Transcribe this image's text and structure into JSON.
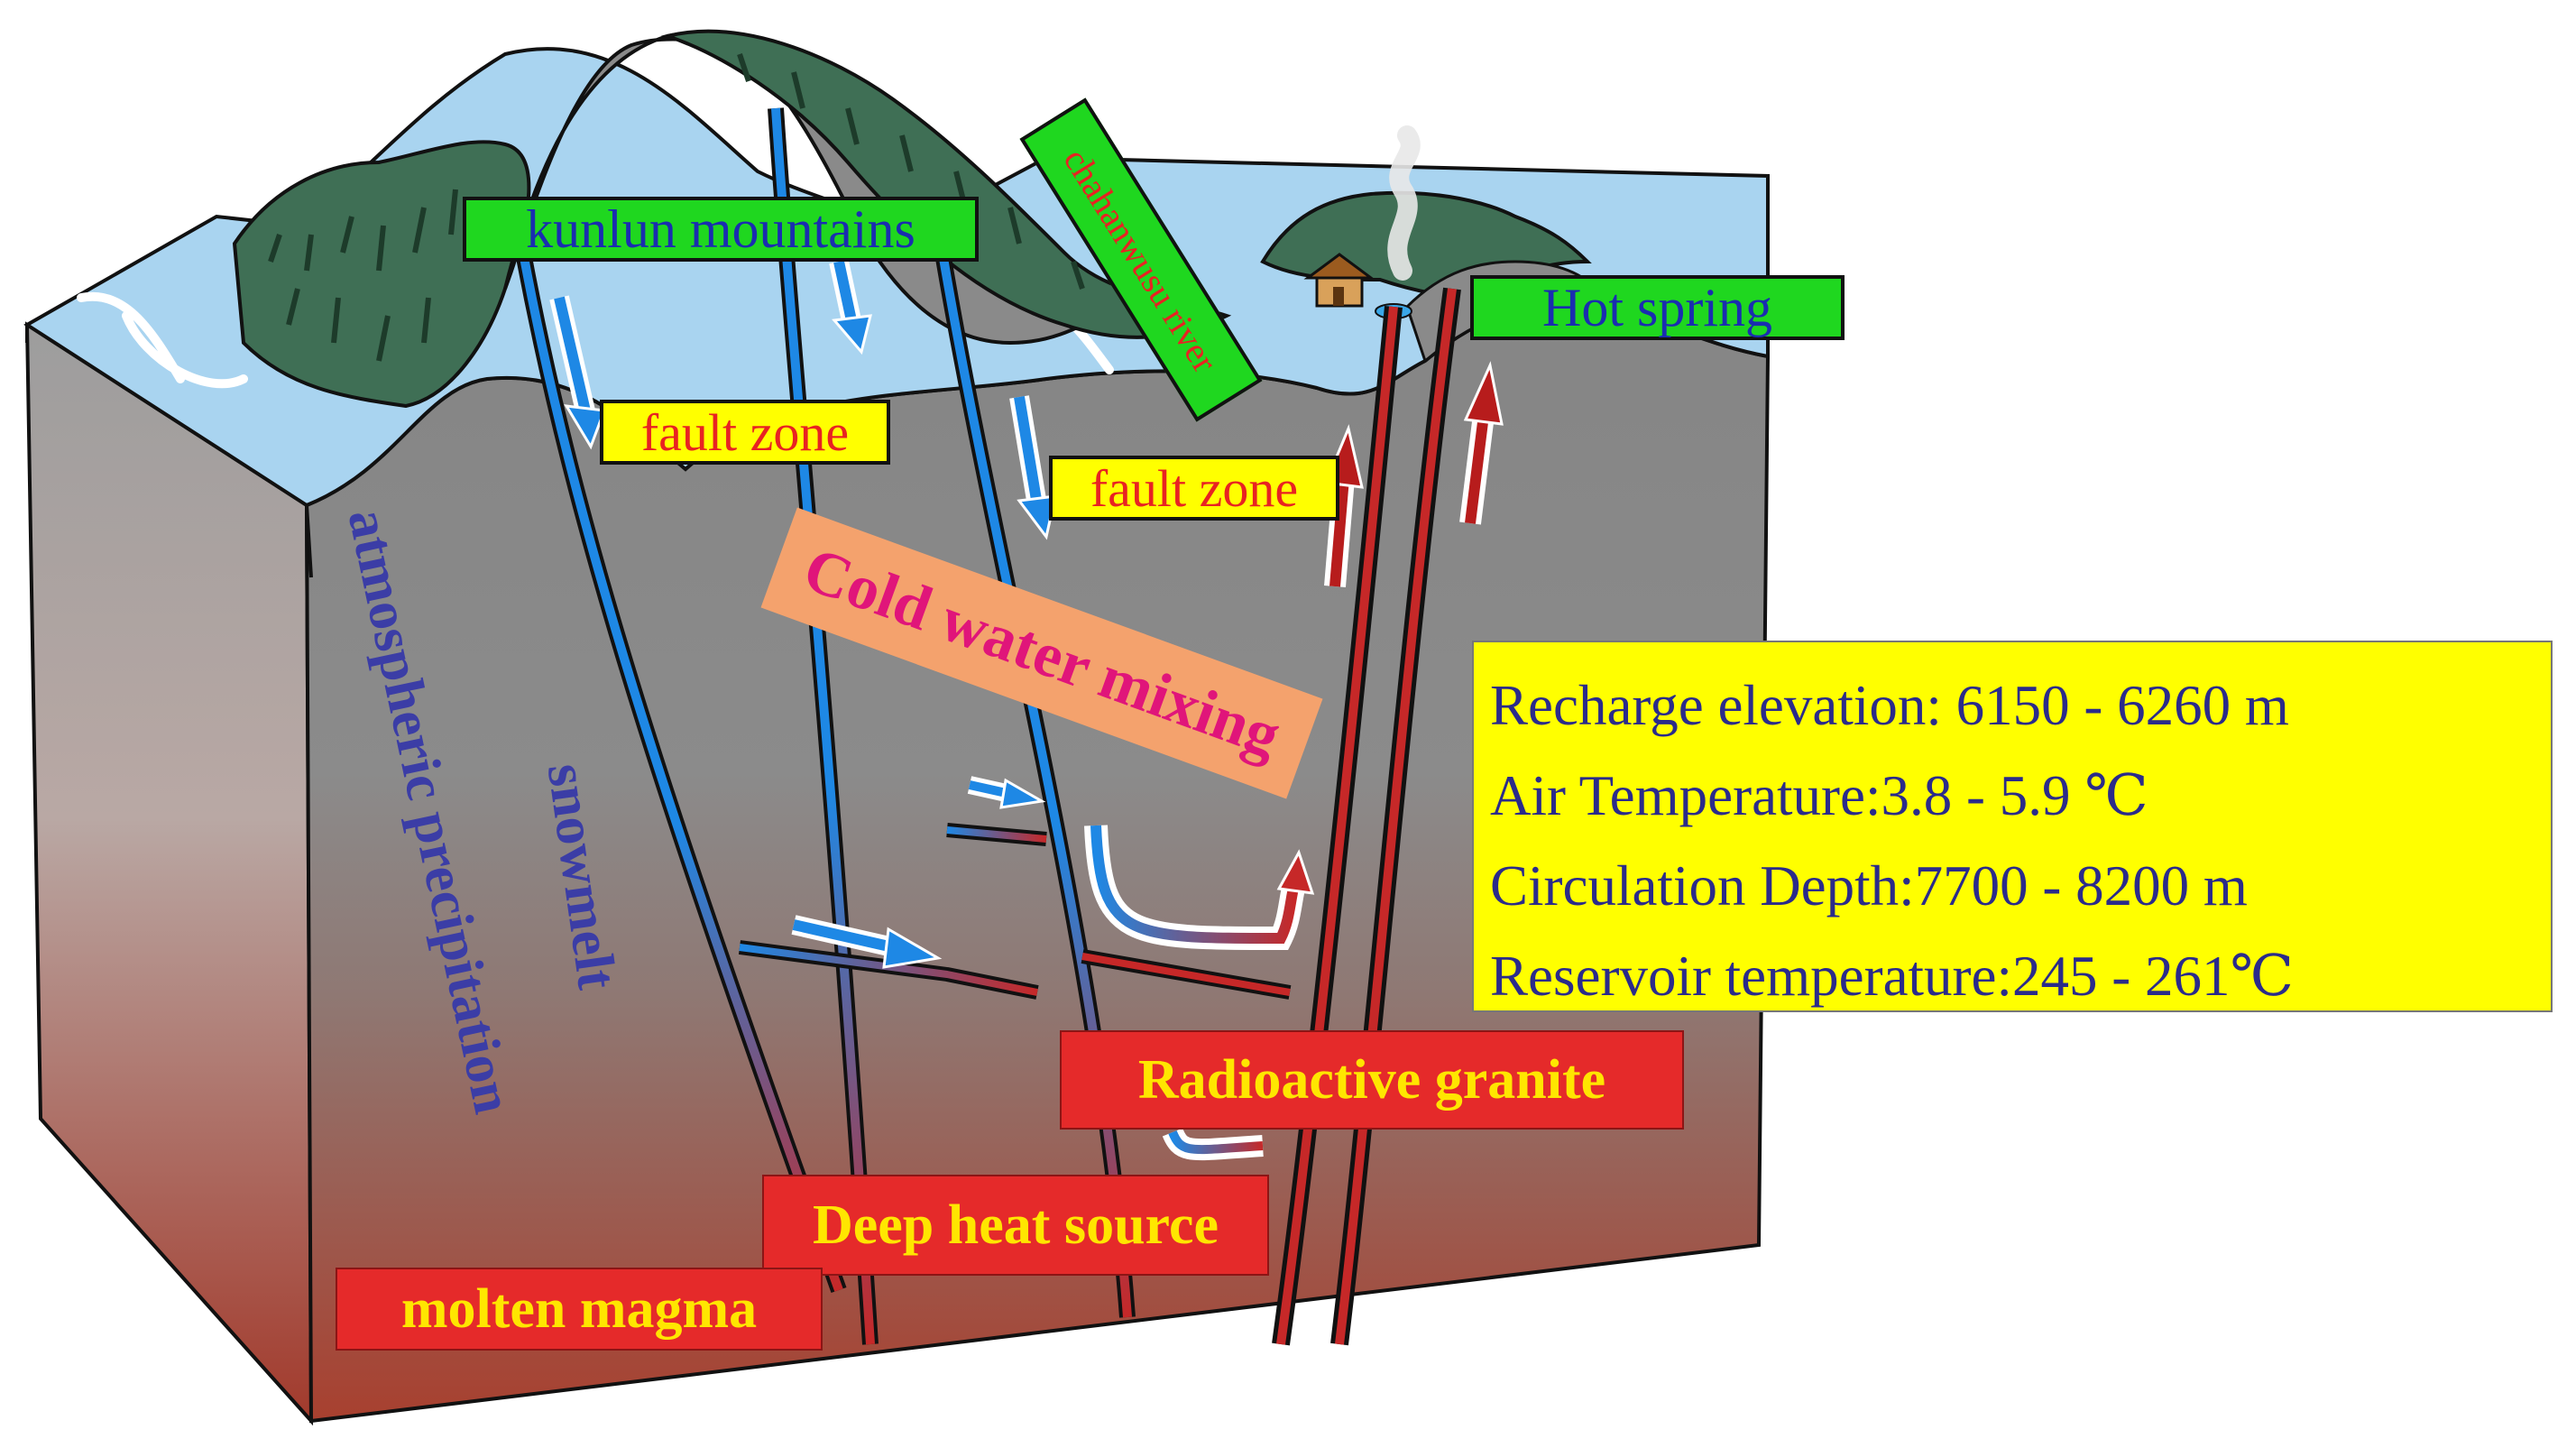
{
  "labels": {
    "kunlun": "kunlun mountains",
    "river": "chahanwusu river",
    "hot_spring": "Hot spring",
    "fault_zone_1": "fault zone",
    "fault_zone_2": "fault zone",
    "cold_water": "Cold water mixing",
    "atmospheric": "atmospheric precipitation",
    "snowmelt": "snowmelt",
    "radioactive": "Radioactive granite",
    "deep_heat": "Deep heat source",
    "magma": "molten magma"
  },
  "info": {
    "recharge": "Recharge elevation: 6150 - 6260 m",
    "air_temp": "Air Temperature:3.8 - 5.9 ℃",
    "circulation": "Circulation Depth:7700 - 8200 m",
    "reservoir": "Reservoir temperature:245 - 261℃"
  },
  "colors": {
    "cold_flow": "#1e88e5",
    "hot_flow": "#b71c1c",
    "water": "#a9d4f0",
    "rock": "#8a8a8a",
    "forest": "#3f6f55"
  }
}
